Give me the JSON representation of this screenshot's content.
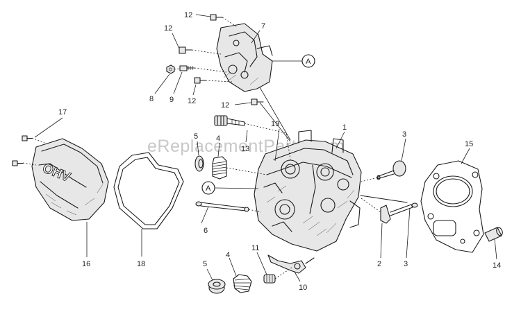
{
  "watermark": "eReplacementParts.com",
  "callouts": {
    "n1": "1",
    "n2": "2",
    "n3a": "3",
    "n3b": "3",
    "n4a": "4",
    "n4b": "4",
    "n5a": "5",
    "n5b": "5",
    "n6": "6",
    "n7": "7",
    "n8": "8",
    "n9": "9",
    "n10": "10",
    "n11": "11",
    "n12a": "12",
    "n12b": "12",
    "n12c": "12",
    "n12d": "12",
    "n13": "13",
    "n14": "14",
    "n15": "15",
    "n16": "16",
    "n17": "17",
    "n18": "18",
    "n19": "19"
  },
  "reference_markers": {
    "top": "A",
    "left": "A"
  },
  "cover_text": "OHV"
}
